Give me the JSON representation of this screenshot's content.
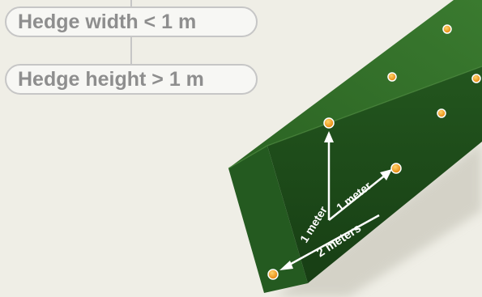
{
  "criteria": {
    "width_label": "Hedge width < 1 m",
    "height_label": "Hedge height > 1 m"
  },
  "measurements": {
    "height_label": "1 meter",
    "width_label": "1 meter",
    "spacing_label": "2 meters"
  },
  "colors": {
    "background": "#efeee6",
    "pill_border": "#c6c6c6",
    "pill_text": "#8e8e8e",
    "hedge_top": "#2f6a27",
    "hedge_front": "#1f4f1b",
    "hedge_end": "#2a5e24",
    "marker": "#f2a21b",
    "arrow": "#ffffff"
  }
}
